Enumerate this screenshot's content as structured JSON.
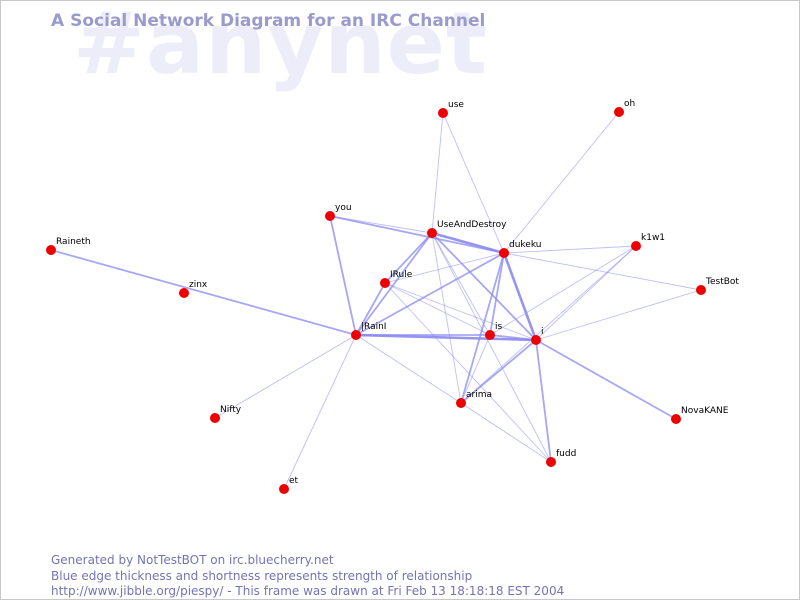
{
  "watermark": "#anynet",
  "title": "A Social Network Diagram for an IRC Channel",
  "footer": {
    "line1": "Generated by NotTestBOT on irc.bluecherry.net",
    "line2": "Blue edge thickness and shortness represents strength of relationship",
    "line3": "http://www.jibble.org/piespy/ - This frame was drawn at Fri Feb 13 18:18:18 EST 2004"
  },
  "colors": {
    "node": "#ee0000",
    "edge": "#8a8af0",
    "title": "#9a9acd",
    "watermark": "#ededfa",
    "footer": "#7474b4"
  },
  "nodes": [
    {
      "id": "use",
      "label": "use"
    },
    {
      "id": "oh",
      "label": "oh"
    },
    {
      "id": "you",
      "label": "you"
    },
    {
      "id": "UseAndDestroy",
      "label": "UseAndDestroy"
    },
    {
      "id": "dukeku",
      "label": "dukeku"
    },
    {
      "id": "k1w1",
      "label": "k1w1"
    },
    {
      "id": "Raineth",
      "label": "Raineth"
    },
    {
      "id": "IRule",
      "label": "IRule"
    },
    {
      "id": "TestBot",
      "label": "TestBot"
    },
    {
      "id": "zinx",
      "label": "zinx"
    },
    {
      "id": "IRainI",
      "label": "|RainI"
    },
    {
      "id": "is",
      "label": "is"
    },
    {
      "id": "i",
      "label": "i"
    },
    {
      "id": "arima",
      "label": "arima"
    },
    {
      "id": "Nifty",
      "label": "Nifty"
    },
    {
      "id": "NovaKANE",
      "label": "NovaKANE"
    },
    {
      "id": "fudd",
      "label": "fudd"
    },
    {
      "id": "et",
      "label": "et"
    }
  ],
  "edges": [
    {
      "from": "use",
      "to": "UseAndDestroy",
      "weight": 1
    },
    {
      "from": "use",
      "to": "dukeku",
      "weight": 1
    },
    {
      "from": "oh",
      "to": "dukeku",
      "weight": 1
    },
    {
      "from": "you",
      "to": "IRainI",
      "weight": 2
    },
    {
      "from": "you",
      "to": "dukeku",
      "weight": 2
    },
    {
      "from": "you",
      "to": "UseAndDestroy",
      "weight": 1
    },
    {
      "from": "Raineth",
      "to": "IRainI",
      "weight": 2
    },
    {
      "from": "UseAndDestroy",
      "to": "dukeku",
      "weight": 3
    },
    {
      "from": "UseAndDestroy",
      "to": "IRainI",
      "weight": 2
    },
    {
      "from": "UseAndDestroy",
      "to": "IRule",
      "weight": 2
    },
    {
      "from": "UseAndDestroy",
      "to": "i",
      "weight": 2
    },
    {
      "from": "UseAndDestroy",
      "to": "is",
      "weight": 1
    },
    {
      "from": "UseAndDestroy",
      "to": "arima",
      "weight": 1
    },
    {
      "from": "UseAndDestroy",
      "to": "fudd",
      "weight": 1
    },
    {
      "from": "dukeku",
      "to": "k1w1",
      "weight": 1
    },
    {
      "from": "dukeku",
      "to": "TestBot",
      "weight": 1
    },
    {
      "from": "dukeku",
      "to": "IRule",
      "weight": 1
    },
    {
      "from": "dukeku",
      "to": "IRainI",
      "weight": 2
    },
    {
      "from": "dukeku",
      "to": "is",
      "weight": 2
    },
    {
      "from": "dukeku",
      "to": "i",
      "weight": 3
    },
    {
      "from": "dukeku",
      "to": "arima",
      "weight": 2
    },
    {
      "from": "k1w1",
      "to": "is",
      "weight": 1
    },
    {
      "from": "k1w1",
      "to": "i",
      "weight": 1
    },
    {
      "from": "k1w1",
      "to": "arima",
      "weight": 1
    },
    {
      "from": "TestBot",
      "to": "i",
      "weight": 1
    },
    {
      "from": "IRule",
      "to": "IRainI",
      "weight": 2
    },
    {
      "from": "IRule",
      "to": "i",
      "weight": 1
    },
    {
      "from": "IRule",
      "to": "is",
      "weight": 1
    },
    {
      "from": "IRule",
      "to": "fudd",
      "weight": 1
    },
    {
      "from": "IRainI",
      "to": "is",
      "weight": 2
    },
    {
      "from": "IRainI",
      "to": "i",
      "weight": 3
    },
    {
      "from": "IRainI",
      "to": "Nifty",
      "weight": 1
    },
    {
      "from": "IRainI",
      "to": "et",
      "weight": 1
    },
    {
      "from": "IRainI",
      "to": "arima",
      "weight": 1
    },
    {
      "from": "is",
      "to": "i",
      "weight": 2
    },
    {
      "from": "is",
      "to": "arima",
      "weight": 1
    },
    {
      "from": "i",
      "to": "arima",
      "weight": 2
    },
    {
      "from": "i",
      "to": "fudd",
      "weight": 2
    },
    {
      "from": "i",
      "to": "NovaKANE",
      "weight": 2
    },
    {
      "from": "arima",
      "to": "fudd",
      "weight": 1
    }
  ]
}
